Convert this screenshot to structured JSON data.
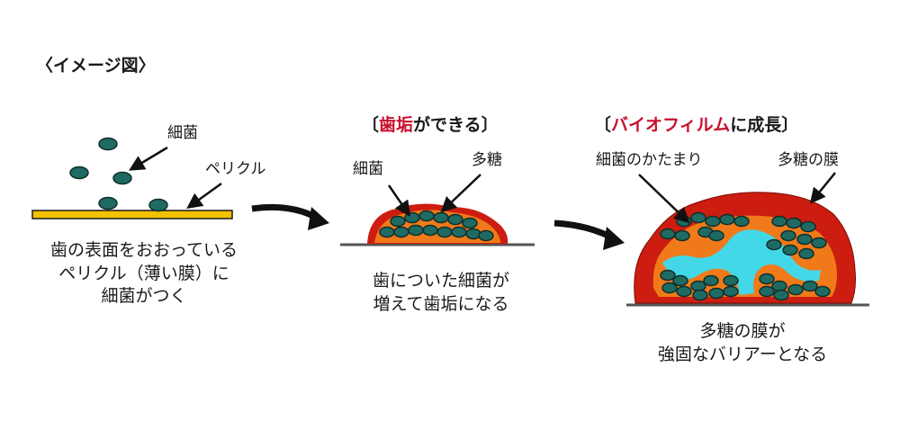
{
  "title": "〈イメージ図〉",
  "stage1": {
    "bacteria_label": "細菌",
    "pellicle_label": "ペリクル",
    "caption_lines": [
      "歯の表面をおおっている",
      "ペリクル（薄い膜）に",
      "細菌がつく"
    ]
  },
  "stage2": {
    "heading_open": "〔",
    "heading_term": "歯垢",
    "heading_rest": "ができる〕",
    "bacteria_label": "細菌",
    "polysaccharide_label": "多糖",
    "caption_lines": [
      "歯についた細菌が",
      "増えて歯垢になる"
    ]
  },
  "stage3": {
    "heading_open": "〔",
    "heading_term": "バイオフィルム",
    "heading_rest": "に成長〕",
    "cluster_label": "細菌のかたまり",
    "membrane_label": "多糖の膜",
    "caption_lines": [
      "多糖の膜が",
      "強固なバリアーとなる"
    ]
  },
  "colors": {
    "bacteria_fill": "#1f6b63",
    "bacteria_stroke": "#0e2f2b",
    "pellicle": "#f2c200",
    "plaque_orange": "#f07a1a",
    "plaque_red": "#cc1d10",
    "biofilm_channel": "#43d8e8",
    "heading_accent": "#c8102e"
  },
  "icons": [
    "arrow-right-icon",
    "pointer-arrow-icon"
  ]
}
